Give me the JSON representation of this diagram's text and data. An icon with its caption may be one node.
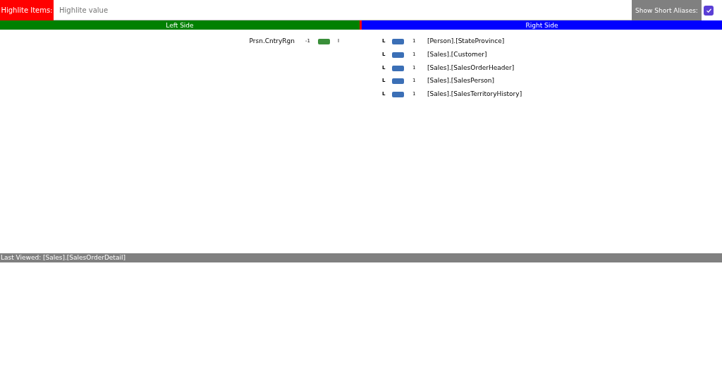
{
  "diagram": {
    "labels": [
      "Highlite Items:",
      "Highlite value",
      "Show Short Aliases:",
      "Left Side",
      "Right Side",
      "Prsn.CntryRgn",
      "-1",
      "I",
      "L",
      "1",
      "[Person].[StateProvince]",
      "L",
      "1",
      "[Sales].[Customer]",
      "L",
      "1",
      "[Sales].[SalesOrderHeader]",
      "L",
      "1",
      "[Sales].[SalesPerson]",
      "L",
      "1",
      "[Sales].[SalesTerritoryHistory]",
      "Last Viewed:",
      "[Sales].[SalesOrderDetail]"
    ]
  }
}
